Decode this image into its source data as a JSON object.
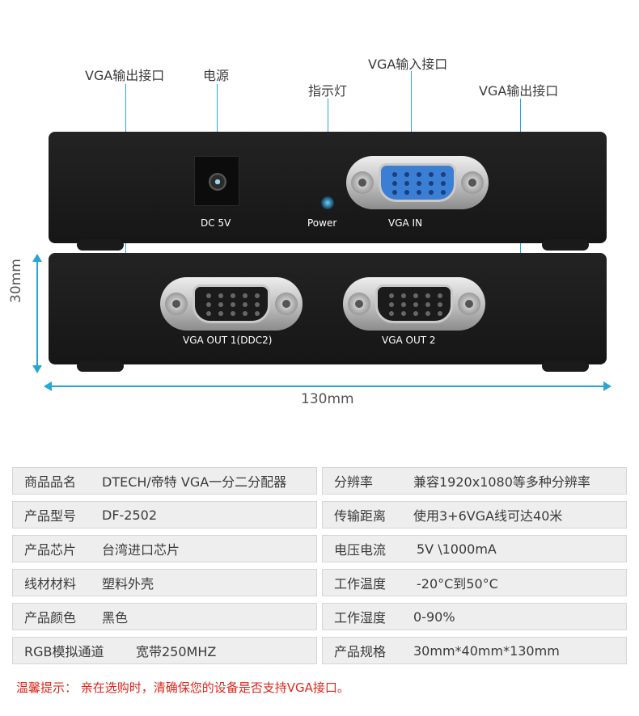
{
  "callouts": {
    "vga_out_left": "VGA输出接口",
    "power_source": "电源",
    "indicator": "指示灯",
    "vga_in": "VGA输入接口",
    "vga_out_right": "VGA输出接口"
  },
  "device": {
    "dc_label": "DC 5V",
    "power_label": "Power",
    "vga_in_label": "VGA IN",
    "vga_out1_label": "VGA OUT 1(DDC2)",
    "vga_out2_label": "VGA OUT 2"
  },
  "dimensions": {
    "height": "30mm",
    "width": "130mm"
  },
  "specs": [
    {
      "left_key": "商品品名",
      "left_val": "DTECH/帝特 VGA一分二分配器",
      "right_key": "分辨率",
      "right_val": "兼容1920x1080等多种分辨率"
    },
    {
      "left_key": "产品型号",
      "left_val": "DF-2502",
      "right_key": "传输距离",
      "right_val": "使用3+6VGA线可达40米"
    },
    {
      "left_key": "产品芯片",
      "left_val": "台湾进口芯片",
      "right_key": "电压电流",
      "right_val": "5V \\1000mA"
    },
    {
      "left_key": "线材材料",
      "left_val": "塑料外壳",
      "right_key": "工作温度",
      "right_val": "-20°C到50°C"
    },
    {
      "left_key": "产品颜色",
      "left_val": "黑色",
      "right_key": "工作湿度",
      "right_val": "0-90%"
    },
    {
      "left_key": "RGB模拟通道",
      "left_val": "宽带250MHZ",
      "right_key": "产品规格",
      "right_val": "30mm*40mm*130mm"
    }
  ],
  "tip": "温馨提示： 亲在选购时，清确保您的设备是否支持VGA接口。",
  "colors": {
    "accent": "#2aa6d6",
    "tip": "#e0251b"
  }
}
